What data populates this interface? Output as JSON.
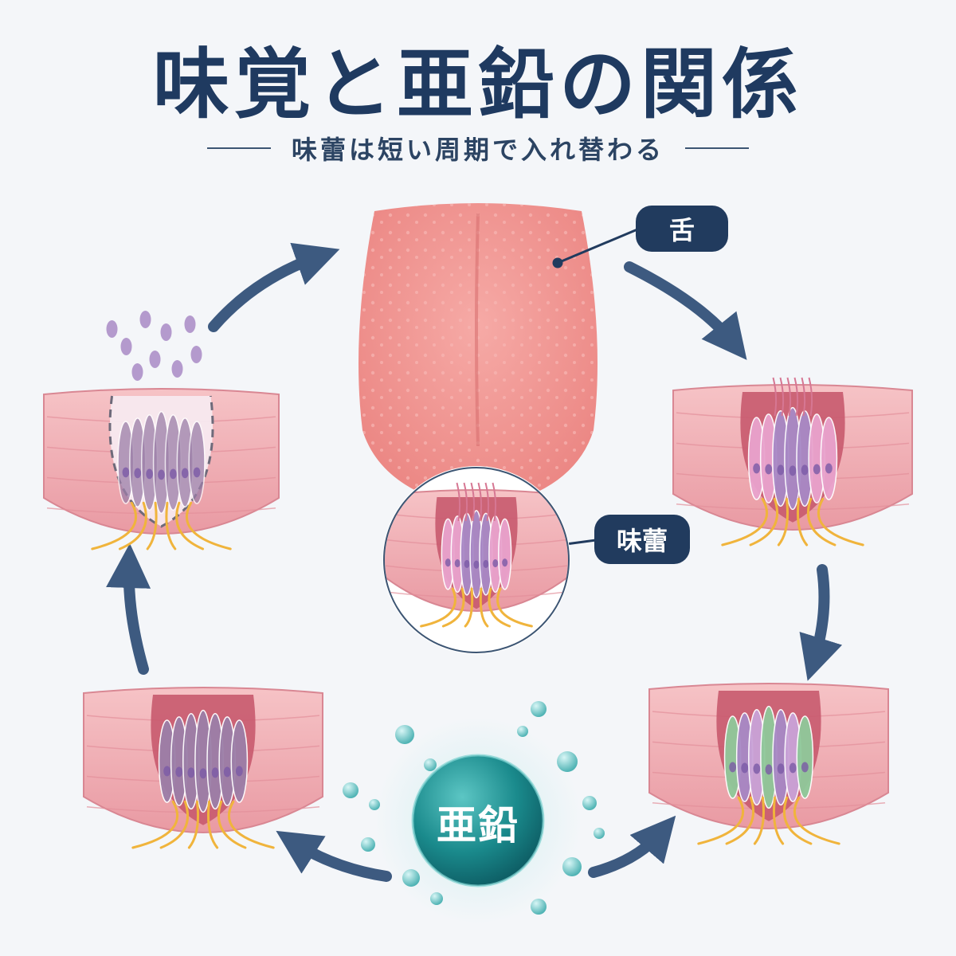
{
  "header": {
    "title": "味覚と亜鉛の関係",
    "subtitle": "味蕾は短い周期で入れ替わる"
  },
  "labels": {
    "tongue": "舌",
    "taste_bud": "味蕾",
    "zinc": "亜鉛"
  },
  "colors": {
    "navy": "#213b5e",
    "arrow": "#3d5a80",
    "tongue": "#f29a97",
    "tissue": "#f3b4b8",
    "cell_pink": "#e9a3cd",
    "cell_purple": "#a889c6",
    "cell_green": "#8fc99a",
    "nerve": "#f0b43c",
    "zinc": "#1a8a8c"
  }
}
